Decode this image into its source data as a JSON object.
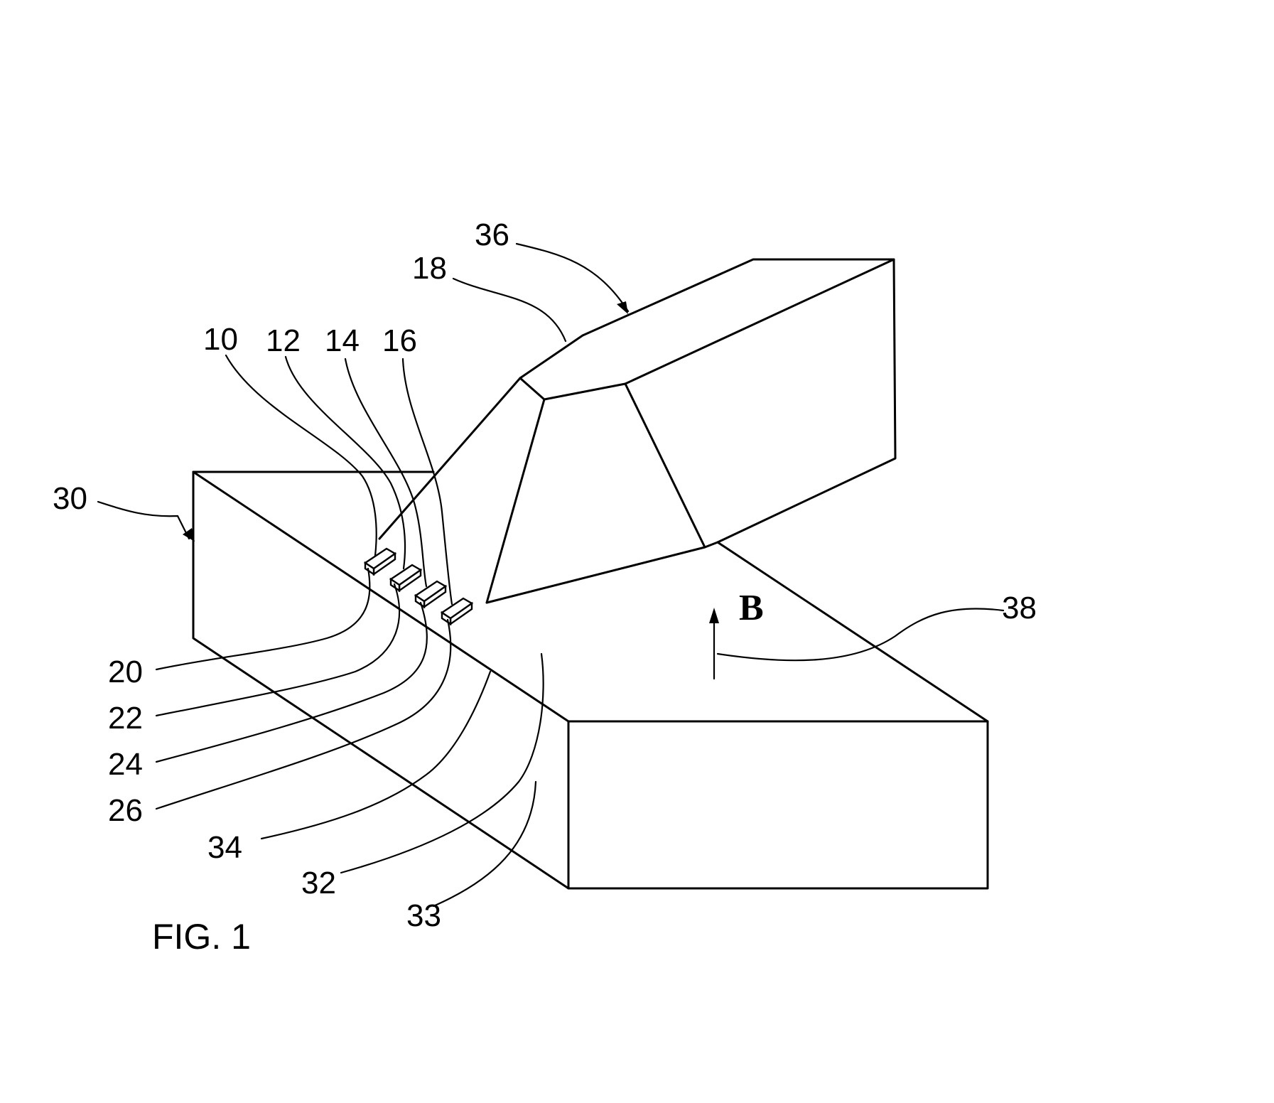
{
  "figure": {
    "caption": "FIG. 1",
    "field_label": "B",
    "reference_numerals": {
      "r10": "10",
      "r12": "12",
      "r14": "14",
      "r16": "16",
      "r18": "18",
      "r20": "20",
      "r22": "22",
      "r24": "24",
      "r26": "26",
      "r30": "30",
      "r32": "32",
      "r33": "33",
      "r34": "34",
      "r36": "36",
      "r38": "38"
    }
  }
}
